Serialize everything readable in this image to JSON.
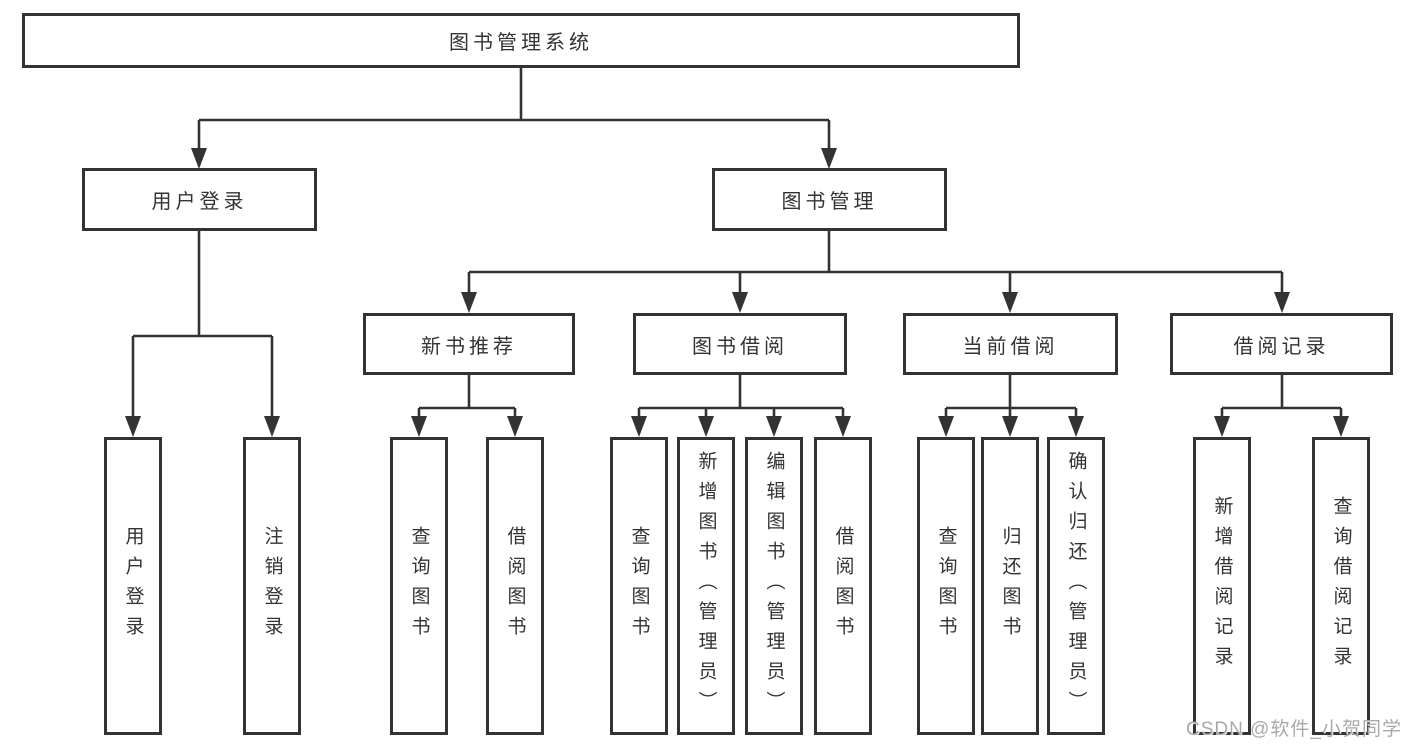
{
  "diagram": {
    "root": {
      "label": "图书管理系统"
    },
    "level2": [
      {
        "label": "用户登录"
      },
      {
        "label": "图书管理"
      }
    ],
    "level3": [
      {
        "label": "新书推荐",
        "parent": "图书管理"
      },
      {
        "label": "图书借阅",
        "parent": "图书管理"
      },
      {
        "label": "当前借阅",
        "parent": "图书管理"
      },
      {
        "label": "借阅记录",
        "parent": "图书管理"
      }
    ],
    "leaves": [
      {
        "label": "用户登录",
        "parent": "用户登录"
      },
      {
        "label": "注销登录",
        "parent": "用户登录"
      },
      {
        "label": "查询图书",
        "parent": "新书推荐"
      },
      {
        "label": "借阅图书",
        "parent": "新书推荐"
      },
      {
        "label": "查询图书",
        "parent": "图书借阅"
      },
      {
        "label": "新增图书（管理员）",
        "parent": "图书借阅"
      },
      {
        "label": "编辑图书（管理员）",
        "parent": "图书借阅"
      },
      {
        "label": "借阅图书",
        "parent": "图书借阅"
      },
      {
        "label": "查询图书",
        "parent": "当前借阅"
      },
      {
        "label": "归还图书",
        "parent": "当前借阅"
      },
      {
        "label": "确认归还（管理员）",
        "parent": "当前借阅"
      },
      {
        "label": "新增借阅记录",
        "parent": "借阅记录"
      },
      {
        "label": "查询借阅记录",
        "parent": "借阅记录"
      }
    ],
    "watermark": "CSDN @软件_小贺同学",
    "colors": {
      "border": "#333333",
      "text": "#333333",
      "background": "#ffffff",
      "watermark": "#a9a9a9"
    }
  }
}
